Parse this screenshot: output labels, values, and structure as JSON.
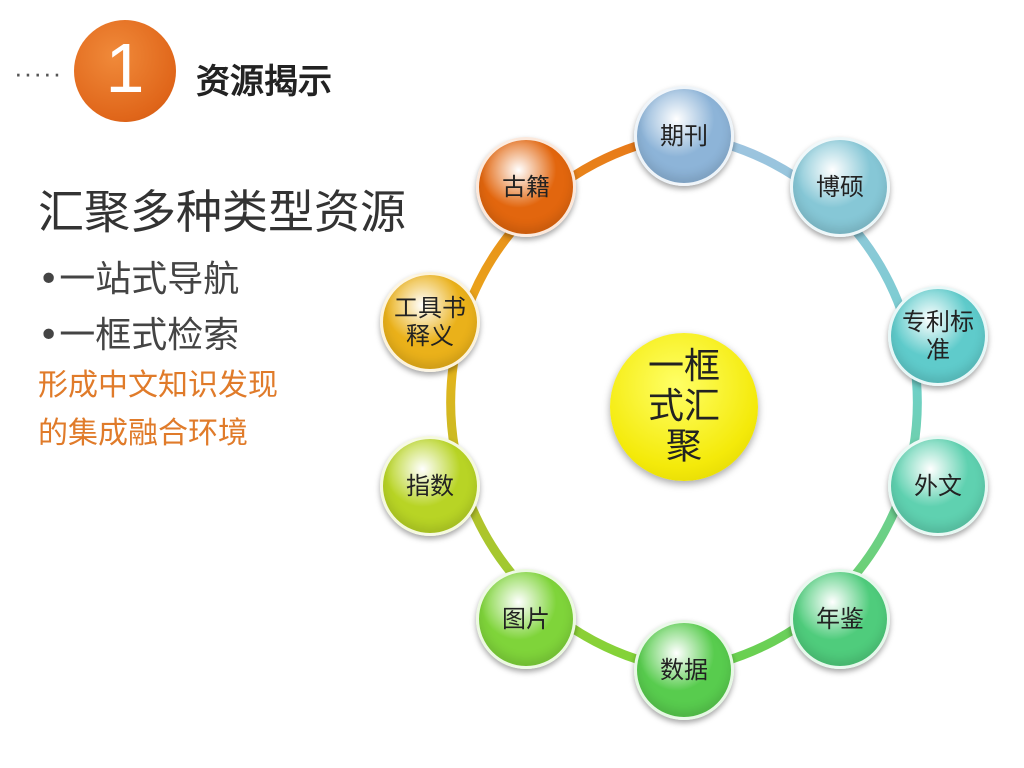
{
  "header": {
    "dots": "·····",
    "number": "1",
    "title": "资源揭示"
  },
  "left": {
    "heading": "汇聚多种类型资源",
    "bullets": [
      "•一站式导航",
      "•一框式检索"
    ],
    "highlight_lines": [
      "形成中文知识发现",
      "的集成融合环境"
    ]
  },
  "diagram": {
    "center_label": "一框式汇聚",
    "nodes": [
      {
        "label": "期刊",
        "color": "#8db4d8"
      },
      {
        "label": "博硕",
        "color": "#86c7d6"
      },
      {
        "label": "专利标准",
        "color": "#5fcbcb"
      },
      {
        "label": "外文",
        "color": "#5fd1b0"
      },
      {
        "label": "年鉴",
        "color": "#4fcc7c"
      },
      {
        "label": "数据",
        "color": "#58cc4e"
      },
      {
        "label": "图片",
        "color": "#7fd43a"
      },
      {
        "label": "指数",
        "color": "#b8d425"
      },
      {
        "label": "工具书释义",
        "color": "#eab11a"
      },
      {
        "label": "古籍",
        "color": "#e2660e"
      }
    ]
  }
}
